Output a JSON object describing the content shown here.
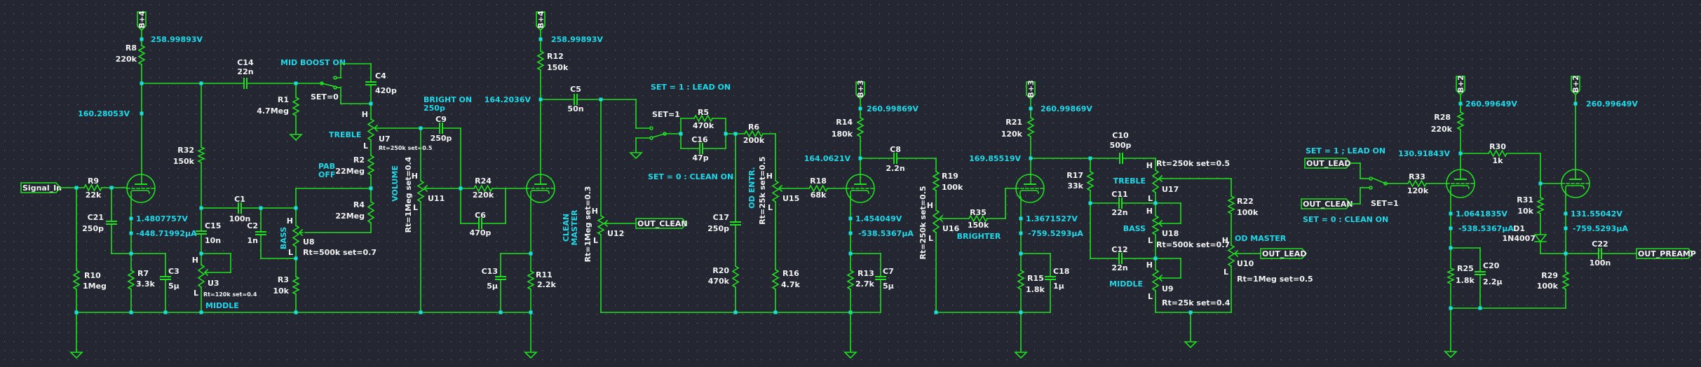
{
  "colors": {
    "background": "#242731",
    "wire": "#1fe01f",
    "node": "#19e0e0",
    "annotation": "#1fd8e8",
    "label": "#f2f2f2"
  },
  "tags": {
    "b4": "B+4",
    "b3": "B+3",
    "b2": "B+2",
    "signal_in": "Signal_In",
    "out_clean": "OUT_CLEAN",
    "out_lead": "OUT_LEAD",
    "out_preamp": "OUT_PREAMP"
  },
  "pot_terminals": {
    "high": "H",
    "low": "L"
  },
  "components": {
    "R8": {
      "ref": "R8",
      "value": "220k"
    },
    "R9": {
      "ref": "R9",
      "value": "22k"
    },
    "R10": {
      "ref": "R10",
      "value": "1Meg"
    },
    "R7": {
      "ref": "R7",
      "value": "3.3k"
    },
    "C3": {
      "ref": "C3",
      "value": "5µ"
    },
    "C21": {
      "ref": "C21",
      "value": "250p"
    },
    "C14": {
      "ref": "C14",
      "value": "22n"
    },
    "R1": {
      "ref": "R1",
      "value": "4.7Meg"
    },
    "C4": {
      "ref": "C4",
      "value": "420p"
    },
    "R32": {
      "ref": "R32",
      "value": "150k"
    },
    "C15": {
      "ref": "C15",
      "value": "10n"
    },
    "U3": {
      "ref": "U3",
      "value": "Rt=120k set=0.4"
    },
    "C1": {
      "ref": "C1",
      "value": "100n"
    },
    "C2": {
      "ref": "C2",
      "value": "1n"
    },
    "U8": {
      "ref": "U8",
      "value": "Rt=500k set=0.7"
    },
    "R3": {
      "ref": "R3",
      "value": "10k"
    },
    "U7": {
      "ref": "U7",
      "value": "Rt=250k set=0.5"
    },
    "R2": {
      "ref": "R2",
      "value": "22Meg"
    },
    "R4": {
      "ref": "R4",
      "value": "22Meg"
    },
    "U11": {
      "ref": "U11",
      "value": "Rt=1Meg set=0.4"
    },
    "C9": {
      "ref": "C9",
      "value": "250p"
    },
    "R24": {
      "ref": "R24",
      "value": "220k"
    },
    "C6": {
      "ref": "C6",
      "value": "470p"
    },
    "R12": {
      "ref": "R12",
      "value": "150k"
    },
    "C5": {
      "ref": "C5",
      "value": "50n"
    },
    "C13": {
      "ref": "C13",
      "value": "5µ"
    },
    "R11": {
      "ref": "R11",
      "value": "2.2k"
    },
    "U12": {
      "ref": "U12",
      "value": "Rt=1Meg set=0.3"
    },
    "R5": {
      "ref": "R5",
      "value": "470k"
    },
    "C16": {
      "ref": "C16",
      "value": "47p"
    },
    "R6": {
      "ref": "R6",
      "value": "200k"
    },
    "C17": {
      "ref": "C17",
      "value": "250p"
    },
    "R20": {
      "ref": "R20",
      "value": "470k"
    },
    "U15": {
      "ref": "U15",
      "value": "Rt=25k set=0.5"
    },
    "R16": {
      "ref": "R16",
      "value": "4.7k"
    },
    "R18": {
      "ref": "R18",
      "value": "68k"
    },
    "R14": {
      "ref": "R14",
      "value": "180k"
    },
    "C8": {
      "ref": "C8",
      "value": "2.2n"
    },
    "R13": {
      "ref": "R13",
      "value": "2.7k"
    },
    "C7": {
      "ref": "C7",
      "value": "5µ"
    },
    "R19": {
      "ref": "R19",
      "value": "100k"
    },
    "U16": {
      "ref": "U16",
      "value": "Rt=250k set=0.5"
    },
    "R35": {
      "ref": "R35",
      "value": "150k"
    },
    "R21": {
      "ref": "R21",
      "value": "120k"
    },
    "R15": {
      "ref": "R15",
      "value": "1.8k"
    },
    "C18": {
      "ref": "C18",
      "value": "1µ"
    },
    "R17": {
      "ref": "R17",
      "value": "33k"
    },
    "C10": {
      "ref": "C10",
      "value": "500p"
    },
    "C11": {
      "ref": "C11",
      "value": "22n"
    },
    "C12": {
      "ref": "C12",
      "value": "22n"
    },
    "U17": {
      "ref": "U17",
      "value": "Rt=250k set=0.5"
    },
    "U18": {
      "ref": "U18",
      "value": "Rt=500k set=0.7"
    },
    "U9": {
      "ref": "U9",
      "value": "Rt=25k set=0.4"
    },
    "R22": {
      "ref": "R22",
      "value": "100k"
    },
    "U10": {
      "ref": "U10",
      "value": "Rt=1Meg set=0.5"
    },
    "R28": {
      "ref": "R28",
      "value": "220k"
    },
    "R30": {
      "ref": "R30",
      "value": "1k"
    },
    "R33": {
      "ref": "R33",
      "value": "120k"
    },
    "R31": {
      "ref": "R31",
      "value": "10k"
    },
    "D1": {
      "ref": "D1",
      "value": "1N4007"
    },
    "R25": {
      "ref": "R25",
      "value": "1.8k"
    },
    "C20": {
      "ref": "C20",
      "value": "2.2µ"
    },
    "R29": {
      "ref": "R29",
      "value": "100k"
    },
    "C22": {
      "ref": "C22",
      "value": "100n"
    }
  },
  "probes": {
    "v1_b": "258.99893V",
    "v1_p": "160.28053V",
    "v1_k": "1.4807757V",
    "i1_k": "-448.71992µA",
    "v2_b": "258.99893V",
    "v2_p": "164.2036V",
    "v3_b": "260.99869V",
    "v3_p": "164.0621V",
    "v3_k": "1.454049V",
    "i3_k": "-538.5367µA",
    "v4_b": "260.99869V",
    "v4_p": "169.85519V",
    "v4_k": "1.3671527V",
    "i4_k": "-759.5293µA",
    "v5_b": "260.99649V",
    "v5_p": "130.91843V",
    "v5_k": "1.0641835V",
    "i5_k": "-538.5367µA",
    "v6_b": "260.99649V",
    "v6_k": "131.55042V",
    "i6_k": "-759.5293µA"
  },
  "annotations": {
    "mid_boost": "MID BOOST ON",
    "set0": "SET=0",
    "treble1": "TREBLE",
    "pab": "PAB",
    "off": "OFF",
    "bass1": "BASS",
    "middle1": "MIDDLE",
    "volume": "VOLUME",
    "bright_on": "BRIGHT ON",
    "bright_val": "250p",
    "lead_on1": "SET = 1 : LEAD ON",
    "set1a": "SET=1",
    "clean_on1": "SET = 0 : CLEAN ON",
    "clean": "CLEAN",
    "master": "MASTER",
    "od_entr": "OD ENTR.",
    "brighter": "BRIGHTER",
    "treble2": "TREBLE",
    "bass2": "BASS",
    "middle2": "MIDDLE",
    "od_master": "OD MASTER",
    "lead_on2": "SET = 1 ; LEAD ON",
    "set1b": "SET=1",
    "clean_on2": "SET = 0 : CLEAN ON"
  }
}
